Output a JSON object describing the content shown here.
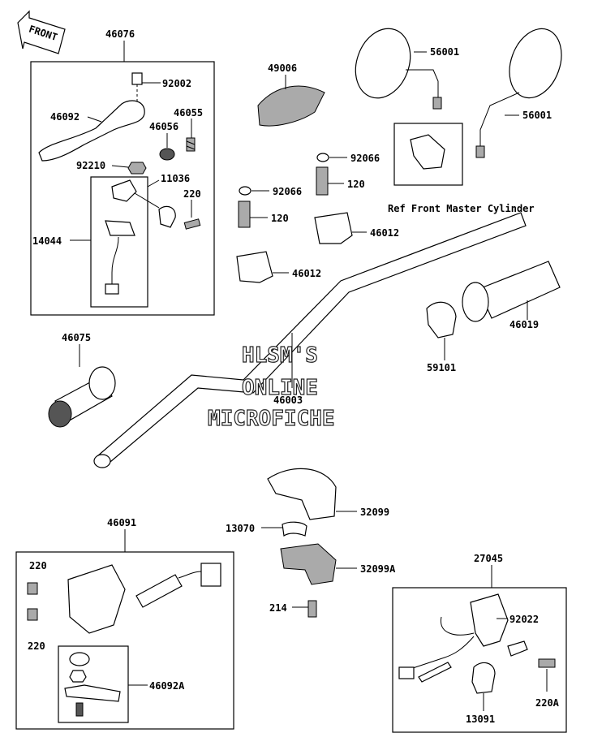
{
  "front_badge": "FRONT",
  "watermark": {
    "line1": "HLSM'S",
    "line2": "ONLINE",
    "line3": "MICROFICHE"
  },
  "ref_note": "Ref Front Master Cylinder",
  "callouts": {
    "c46076": "46076",
    "c92002": "92002",
    "c46092": "46092",
    "c46055": "46055",
    "c46056": "46056",
    "c92210": "92210",
    "c11036": "11036",
    "c220_a": "220",
    "c14044": "14044",
    "c49006": "49006",
    "c56001_a": "56001",
    "c56001_b": "56001",
    "c92066_a": "92066",
    "c120_a": "120",
    "c92066_b": "92066",
    "c120_b": "120",
    "c46012_a": "46012",
    "c46012_b": "46012",
    "c46019": "46019",
    "c46075": "46075",
    "c59101": "59101",
    "c46003": "46003",
    "c32099": "32099",
    "c13070": "13070",
    "c32099A": "32099A",
    "c214": "214",
    "c46091": "46091",
    "c220_b": "220",
    "c220_c": "220",
    "c46092A": "46092A",
    "c27045": "27045",
    "c92022": "92022",
    "c220A": "220A",
    "c13091": "13091"
  }
}
